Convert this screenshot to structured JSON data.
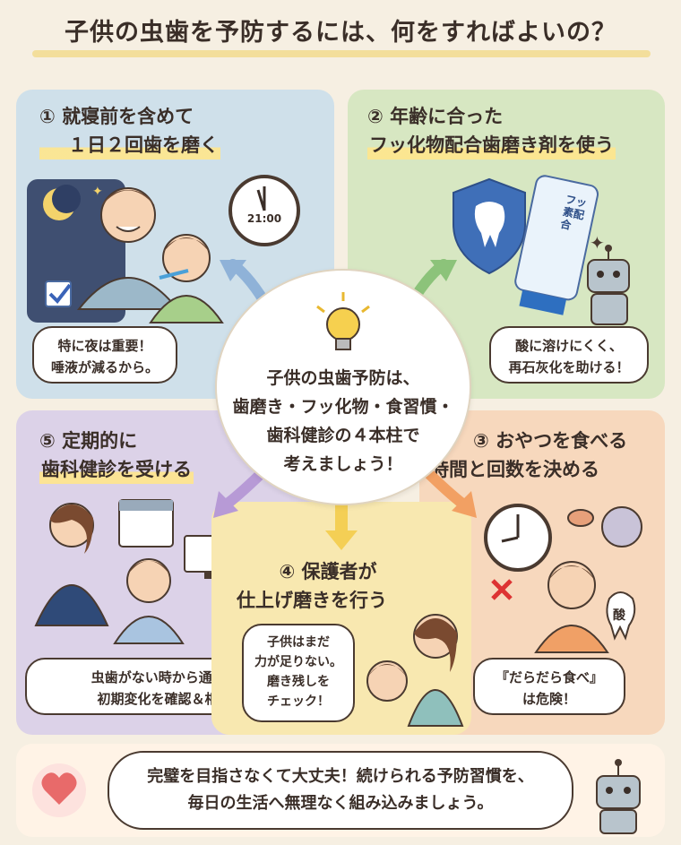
{
  "title": "子供の虫歯を予防するには、何をすればよいの？",
  "center": {
    "lines": [
      "子供の虫歯予防は、",
      "歯磨き・フッ化物・食習慣・",
      "歯科健診の４本柱で",
      "考えましょう！"
    ]
  },
  "panels": {
    "p1": {
      "heading": [
        "① 就寝前を含めて",
        "１日２回歯を磨く"
      ],
      "clock": "21:00",
      "bubble": [
        "特に夜は重要！",
        "唾液が減るから。"
      ]
    },
    "p2": {
      "heading": [
        "② 年齢に合った",
        "フッ化物配合歯磨き剤を使う"
      ],
      "tube_label": "フッ素配合",
      "bubble": [
        "酸に溶けにくく、",
        "再石灰化を助ける！"
      ]
    },
    "p3": {
      "heading": [
        "③ おやつを食べる",
        "時間と回数を決める"
      ],
      "acid_label": "酸",
      "bubble": [
        "『だらだら食べ』",
        "は危険！"
      ]
    },
    "p4": {
      "heading": [
        "④ 保護者が",
        "仕上げ磨きを行う"
      ],
      "bubble": [
        "子供はまだ",
        "力が足りない。",
        "磨き残しを",
        "チェック！"
      ]
    },
    "p5": {
      "heading": [
        "⑤ 定期的に",
        "歯科健診を受ける"
      ],
      "bubble": [
        "虫歯がない時から通って、",
        "初期変化を確認＆相談！"
      ]
    }
  },
  "footer": {
    "lines": [
      "完璧を目指さなくて大丈夫！続けられる予防習慣を、",
      "毎日の生活へ無理なく組み込みましょう。"
    ]
  },
  "colors": {
    "p1": "#cfe0ea",
    "p2": "#d7e7c2",
    "p3": "#f7d8bd",
    "p4": "#f8e8b0",
    "p5": "#dcd2e8",
    "arrow_blue": "#8fb2d8",
    "arrow_green": "#8cc37a",
    "arrow_orange": "#f2a063",
    "arrow_yellow": "#f4cf55",
    "arrow_purple": "#b79ad6"
  }
}
